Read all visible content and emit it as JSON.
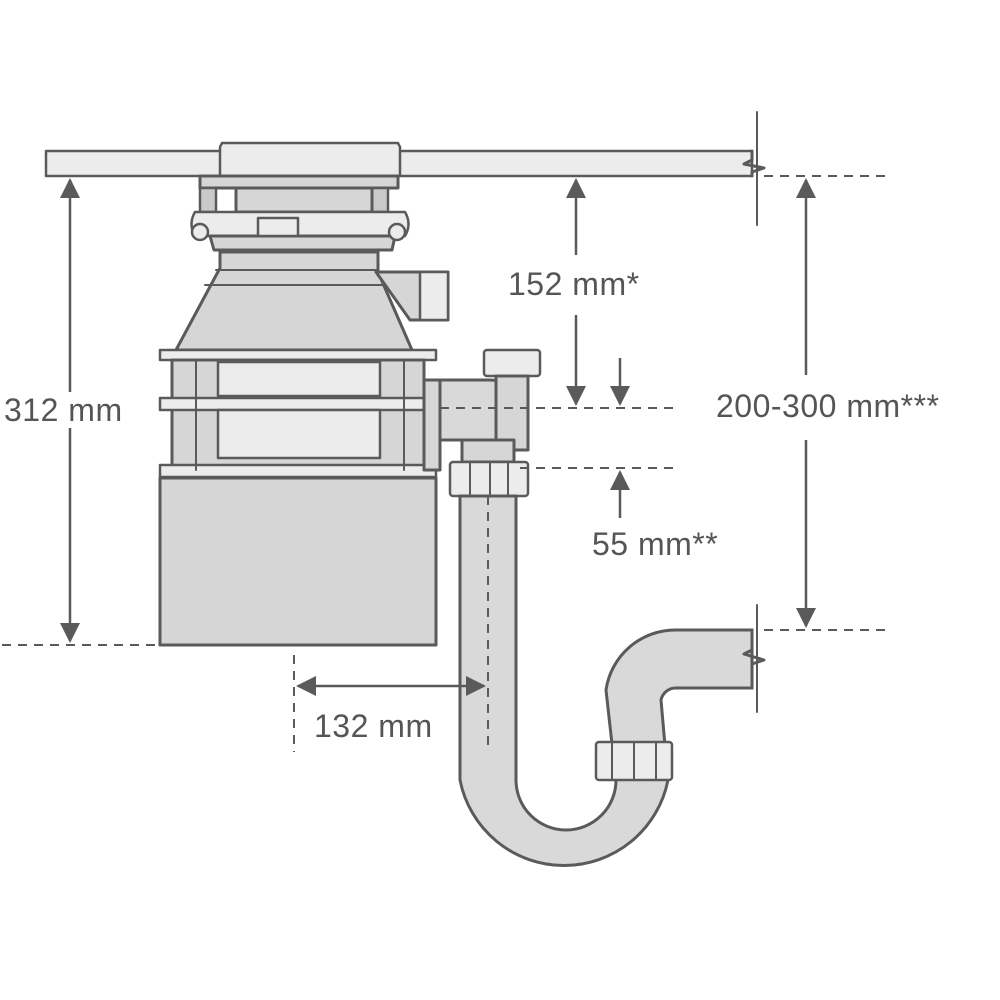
{
  "labels": {
    "height_total": "312 mm",
    "sink_to_inlet": "152 mm*",
    "inlet_to_outlet": "55 mm**",
    "trap_drop": "200-300 mm***",
    "center_offset": "132 mm"
  },
  "colors": {
    "line": "#5a5a5a",
    "fill": "#d6d6d6",
    "text": "#555555",
    "background": "#ffffff"
  }
}
